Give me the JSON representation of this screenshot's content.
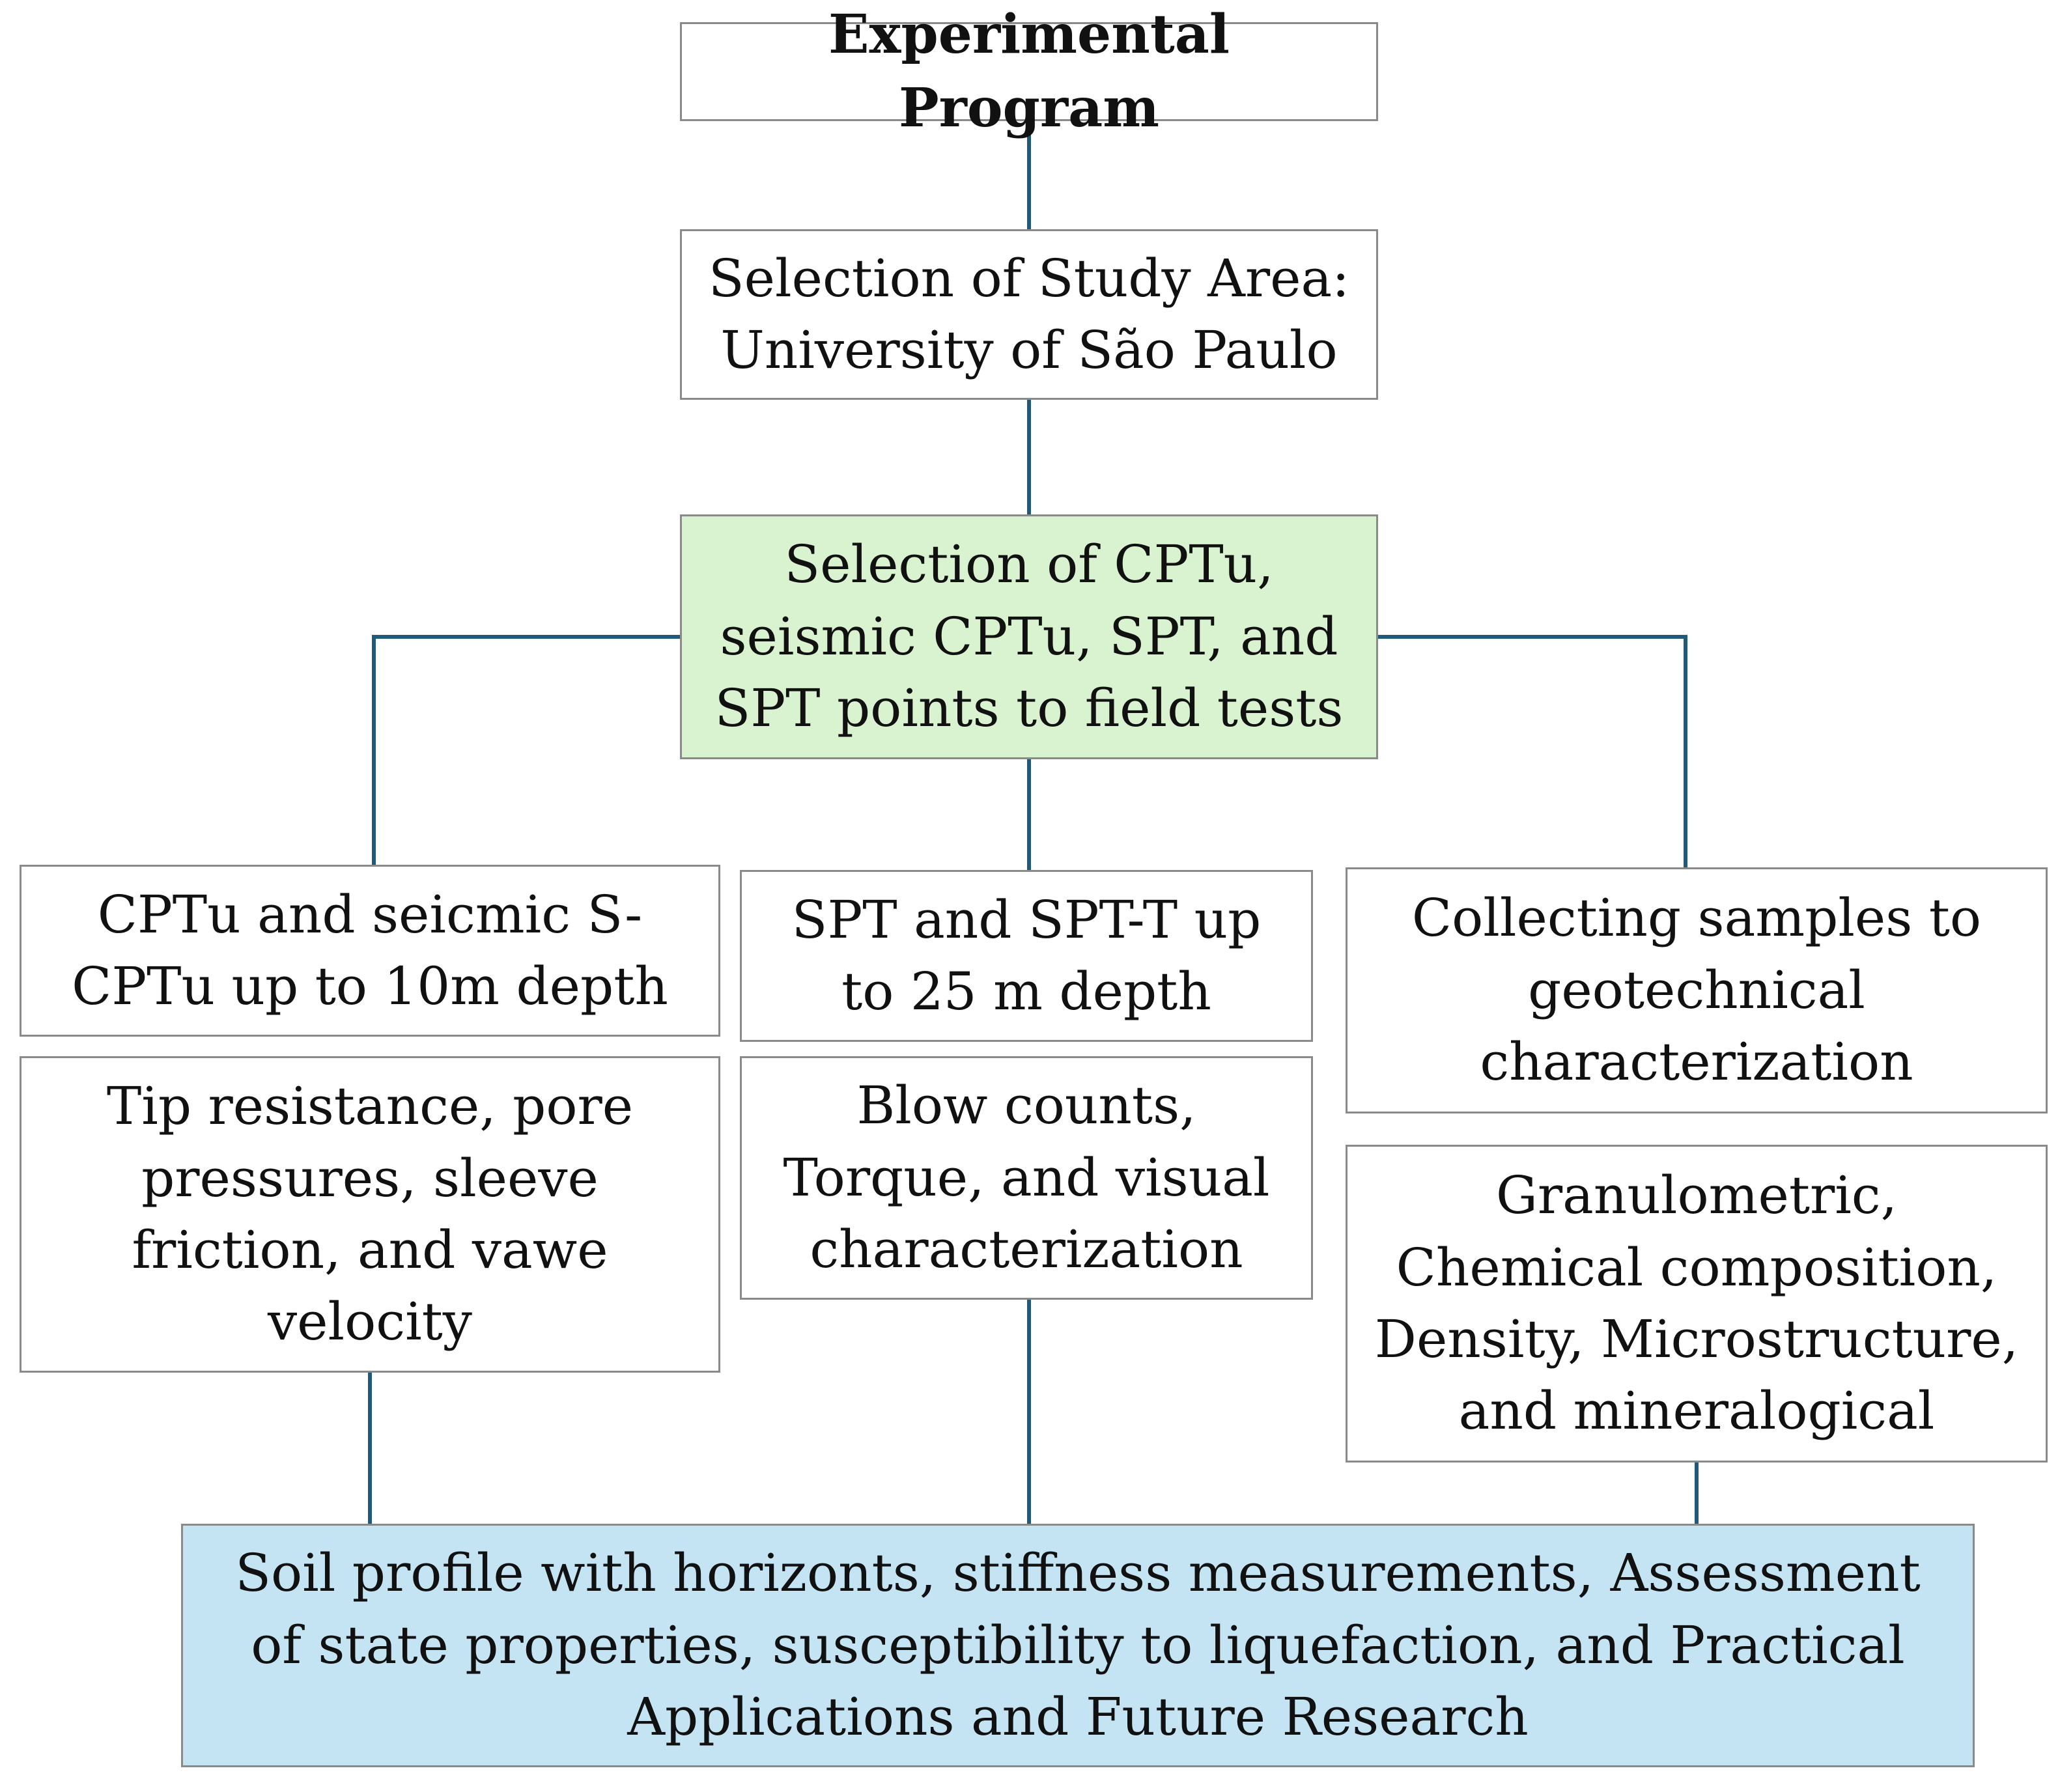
{
  "nodes": {
    "experimental_program": "Experimental Program",
    "study_area": "Selection of Study Area:\nUniversity of São Paulo",
    "test_points": "Selection of CPTu,\nseismic CPTu, SPT, and\nSPT points to field tests",
    "cptu_depth": "CPTu and seicmic S-\nCPTu up to 10m depth",
    "spt_depth": "SPT and SPT-T up\nto 25 m depth",
    "collecting_samples": "Collecting samples to\ngeotechnical\ncharacterization",
    "cptu_results": "Tip resistance, pore\npressures, sleeve\nfriction, and vawe\nvelocity",
    "spt_results": "Blow counts,\nTorque, and visual\ncharacterization",
    "lab_results": "Granulometric,\nChemical composition,\nDensity, Microstructure,\nand mineralogical",
    "soil_profile": "Soil profile with horizonts, stiffness measurements, Assessment\nof state properties, susceptibility to liquefaction, and Practical\nApplications and Future Research"
  },
  "colors": {
    "connector": "#1f5a7a",
    "border": "#8a8a8a",
    "highlight_green": "#d9f2d0",
    "highlight_blue": "#c5e4f3"
  }
}
